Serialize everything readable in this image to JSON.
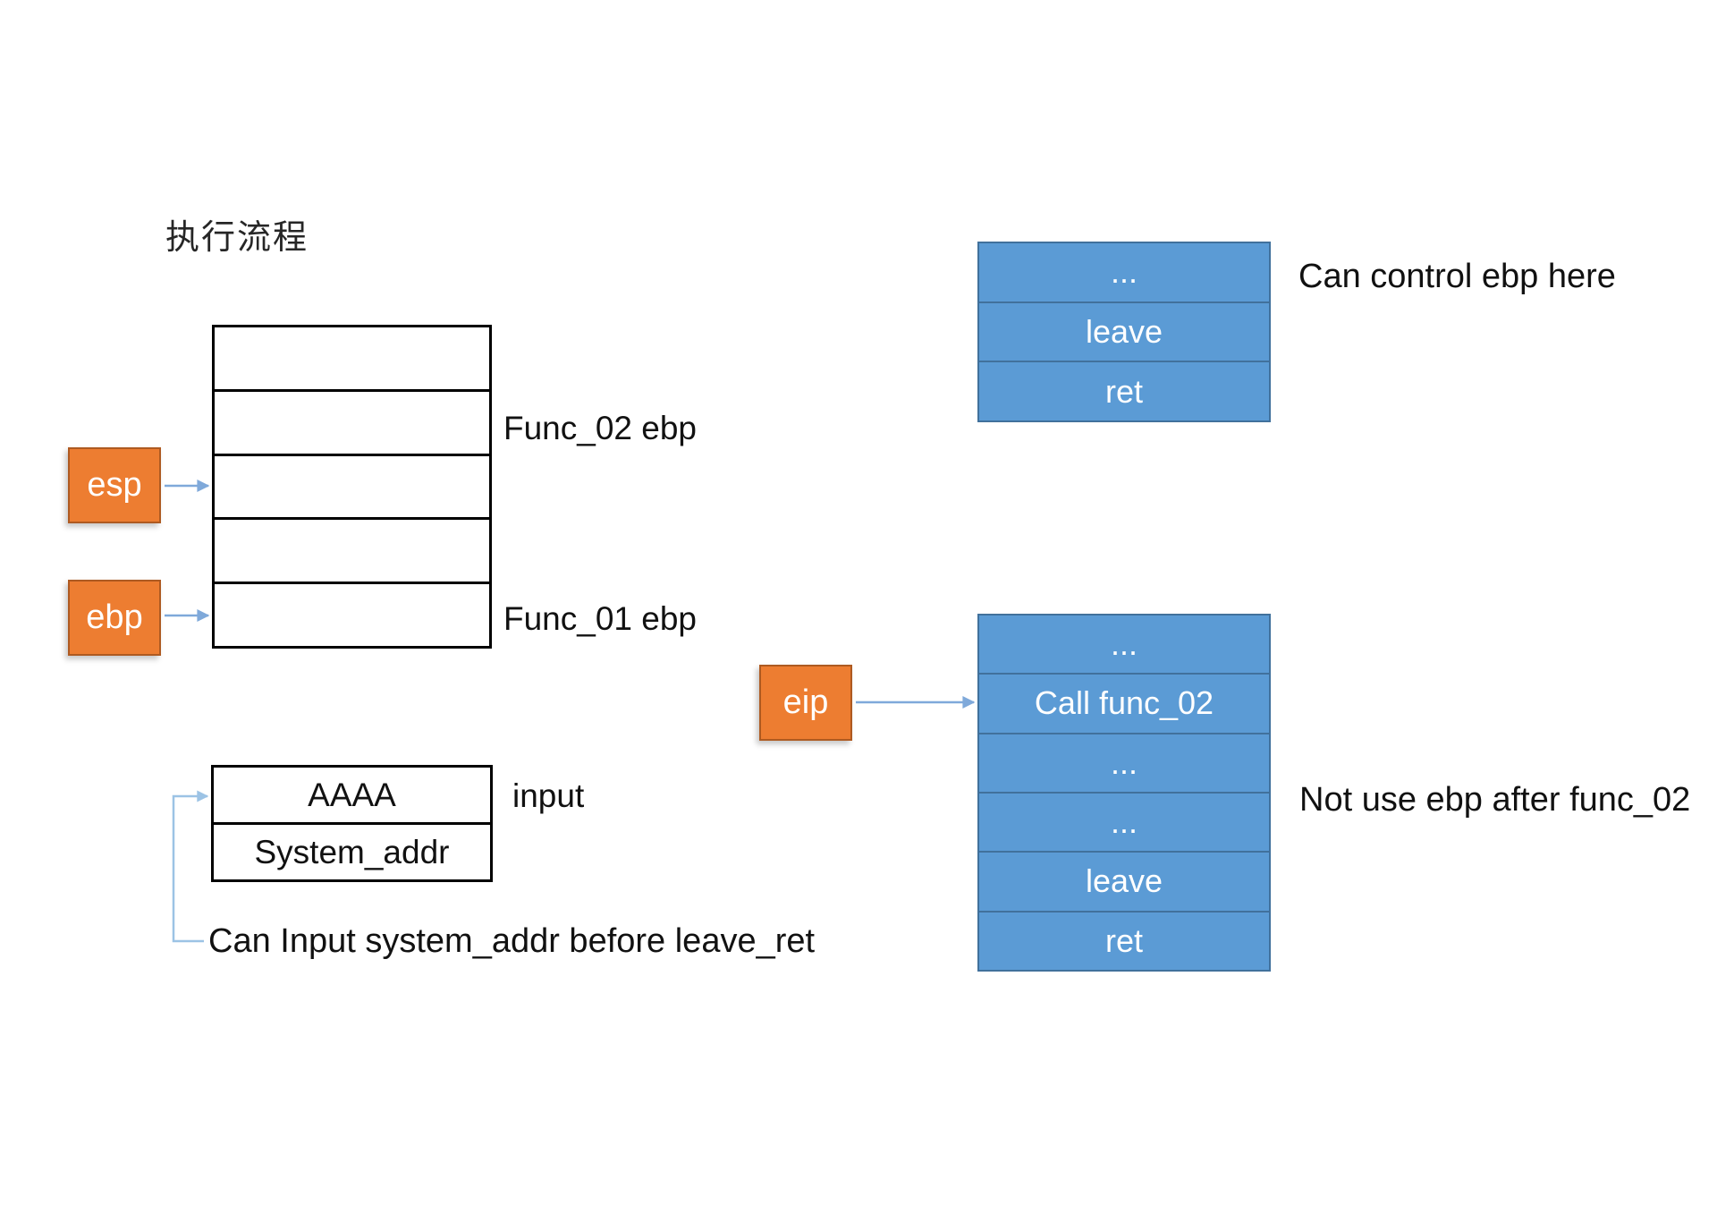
{
  "title": "执行流程",
  "palette": {
    "orange_fill": "#ED7D31",
    "orange_border": "#AE5A21",
    "blue_fill": "#5B9BD5",
    "blue_border": "#41719C",
    "arrow_blue": "#7FA9DA",
    "connector_light_blue": "#9CC3E5",
    "stack_border_black": "#000000",
    "text_black": "#111111"
  },
  "registers": {
    "esp": "esp",
    "ebp": "ebp",
    "eip": "eip"
  },
  "main_stack": {
    "row_count": 5,
    "annotations": {
      "row2_label": "Func_02 ebp",
      "row5_label": "Func_01 ebp"
    }
  },
  "input_stack": {
    "cells": [
      "AAAA",
      "System_addr"
    ],
    "label": "input"
  },
  "input_note": "Can Input system_addr before leave_ret",
  "gadget_top": {
    "cells": [
      "...",
      "leave",
      "ret"
    ],
    "note": "Can control ebp here"
  },
  "gadget_bottom": {
    "cells": [
      "...",
      "Call func_02",
      "...",
      "...",
      "leave",
      "ret"
    ],
    "note": "Not use ebp after func_02"
  }
}
